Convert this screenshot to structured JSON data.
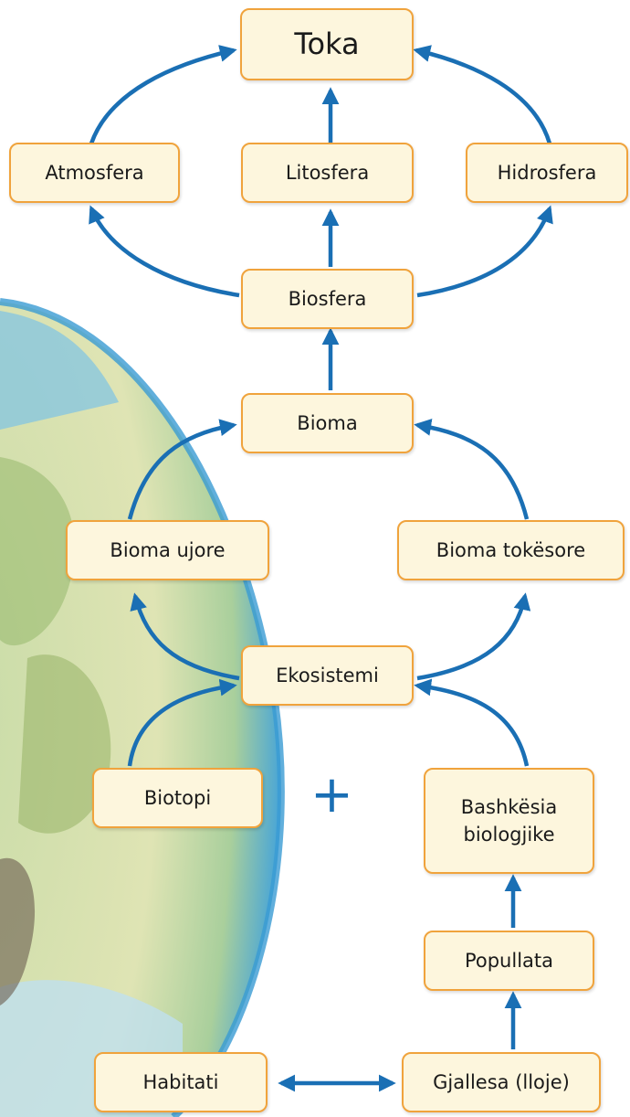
{
  "nodes": {
    "toka": "Toka",
    "atmosfera": "Atmosfera",
    "litosfera": "Litosfera",
    "hidrosfera": "Hidrosfera",
    "biosfera": "Biosfera",
    "bioma": "Bioma",
    "bioma_ujore": "Bioma ujore",
    "bioma_tokesore": "Bioma tokësore",
    "ekosistemi": "Ekosistemi",
    "biotopi": "Biotopi",
    "bashkesia_line1": "Bashkësia",
    "bashkesia_line2": "biologjike",
    "popullata": "Popullata",
    "habitati": "Habitati",
    "gjallesa": "Gjallesa (lloje)"
  },
  "plus_sign": "+",
  "colors": {
    "arrow": "#1a6fb4",
    "box_fill": "#fdf6dd",
    "box_border": "#f0a33c"
  }
}
